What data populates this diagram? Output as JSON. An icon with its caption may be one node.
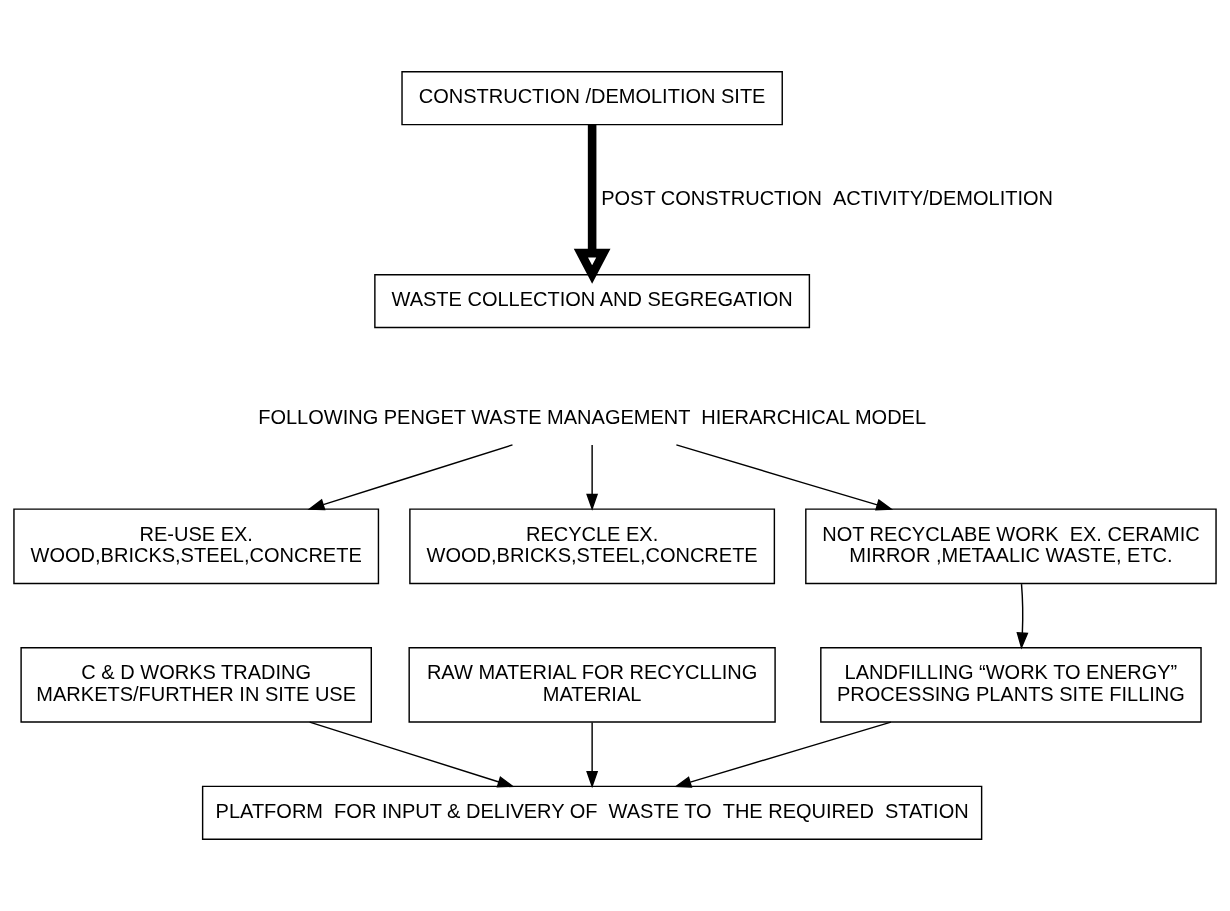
{
  "diagram": {
    "nodes": [
      {
        "text": [
          "CONSTRUCTION /DEMOLITION SITE"
        ]
      },
      {
        "text": [
          "WASTE COLLECTION AND SEGREGATION"
        ]
      },
      {
        "text": [
          "FOLLOWING PENGET WASTE MANAGEMENT  HIERARCHICAL MODEL"
        ]
      },
      {
        "text": [
          "RE-USE EX. WOOD,BRICKS,STEEL,CONCRETE"
        ]
      },
      {
        "text": [
          "RECYCLE EX. WOOD,BRICKS,STEEL,CONCRETE"
        ]
      },
      {
        "text": [
          "NOT RECYCLABE WORK  EX. CERAMIC MIRROR ,METAALIC WASTE, ETC."
        ]
      },
      {
        "text": [
          "C & D WORKS TRADING MARKETS/FURTHER IN SITE USE"
        ]
      },
      {
        "text": [
          "RAW MATERIAL FOR RECYCLLING MATERIAL"
        ]
      },
      {
        "text": [
          "LANDFILLING “WORK TO ENERGY” PROCESSING PLANTS SITE FILLING"
        ]
      },
      {
        "text": [
          "PLATFORM  FOR INPUT & DELIVERY OF  WASTE TO  THE REQUIRED  STATION"
        ]
      }
    ],
    "edges": [
      {
        "from": 0,
        "to": 1,
        "arrow": "to",
        "style": "thick",
        "label": "POST CONSTRUCTION  ACTIVITY/DEMOLITION"
      },
      {
        "from": 2,
        "to": 3,
        "arrow": "to"
      },
      {
        "from": 2,
        "to": 4,
        "arrow": "to"
      },
      {
        "from": 2,
        "to": 5,
        "arrow": "to"
      },
      {
        "from": 5,
        "to": 8,
        "arrow": "to"
      },
      {
        "from": 6,
        "to": 9,
        "arrow": "to"
      },
      {
        "from": 7,
        "to": 9,
        "arrow": "to"
      },
      {
        "from": 8,
        "to": 9,
        "arrow": "to"
      }
    ]
  }
}
